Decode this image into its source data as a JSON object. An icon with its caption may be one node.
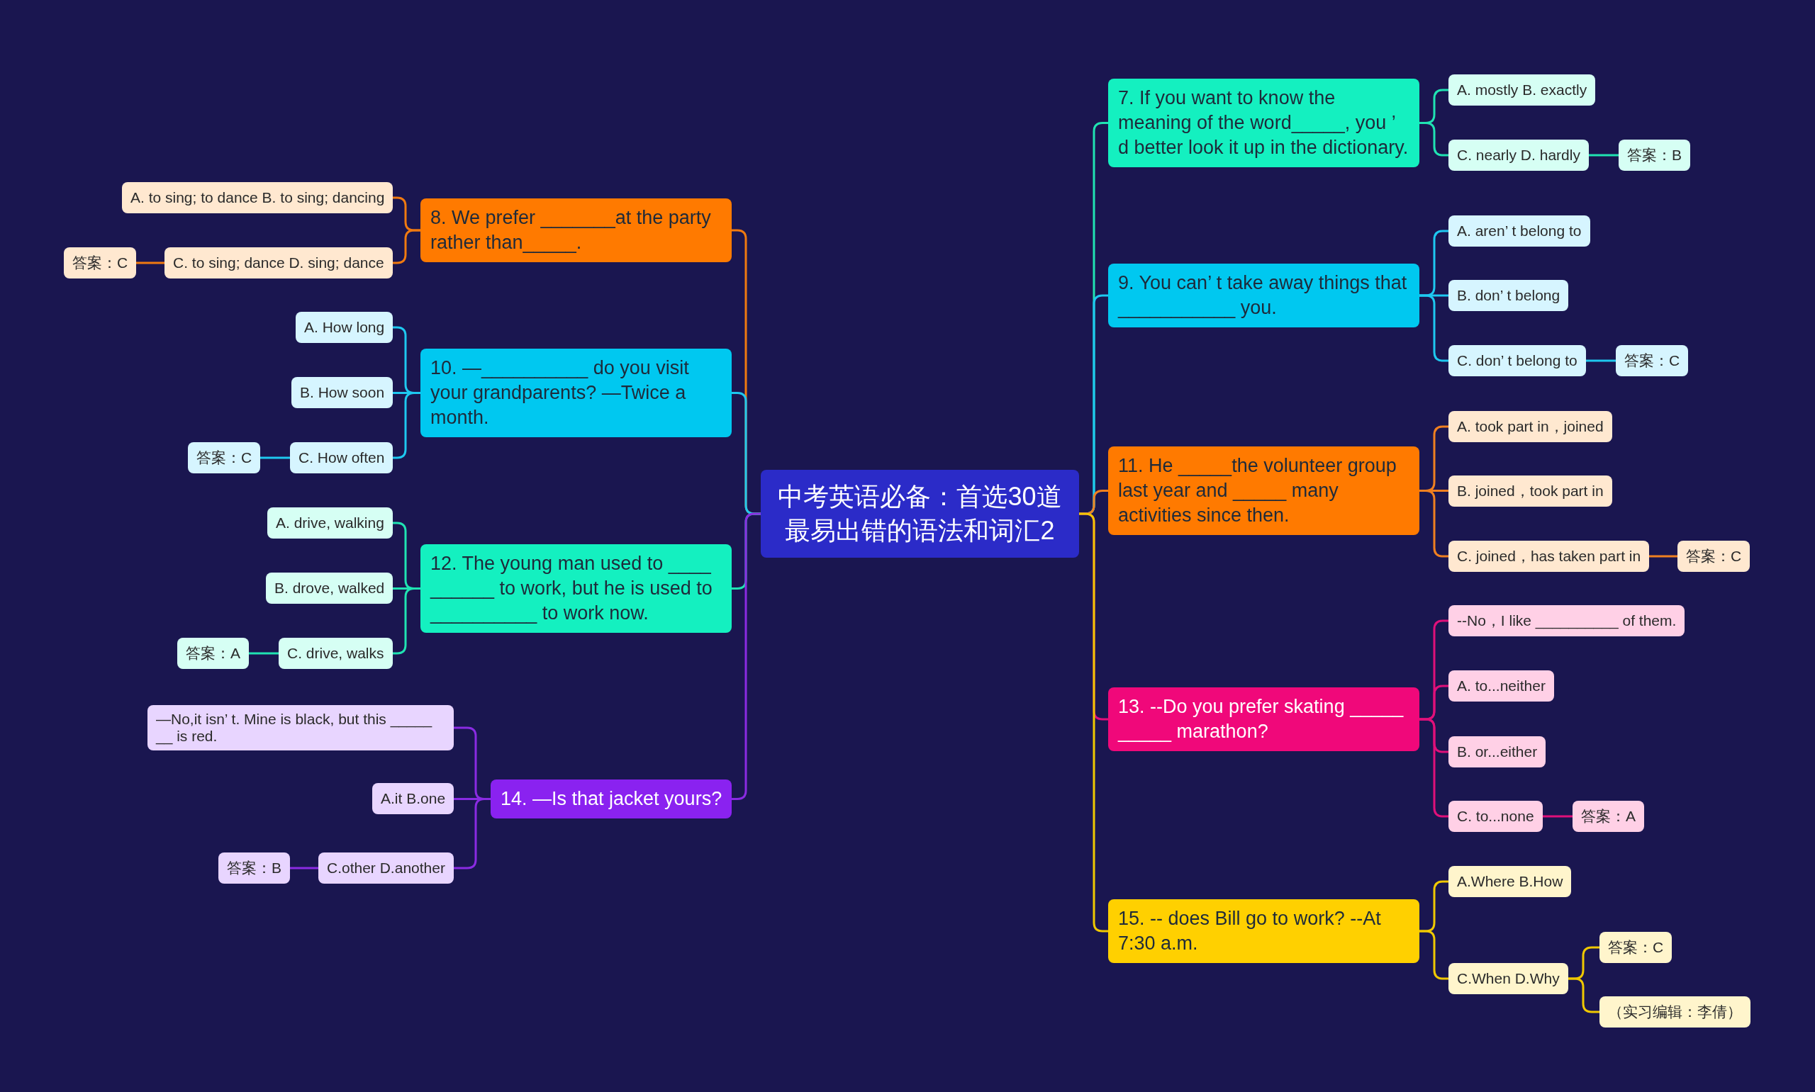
{
  "diagram": {
    "nodes": [
      {
        "text": [
          "中考英语必备：首选30道最易出错的语法和词汇2"
        ]
      },
      {
        "text": [
          "7. If you want to know the meaning of the word_____, you ’ d better look it up in the dictionary."
        ]
      },
      {
        "text": [
          "A. mostly B. exactly"
        ]
      },
      {
        "text": [
          "C. nearly D. hardly"
        ]
      },
      {
        "text": [
          "答案：B"
        ]
      },
      {
        "text": [
          "9. You can’ t take away things that ___________ you."
        ]
      },
      {
        "text": [
          "A. aren’ t belong to"
        ]
      },
      {
        "text": [
          "B. don’ t belong"
        ]
      },
      {
        "text": [
          "C. don’ t belong to"
        ]
      },
      {
        "text": [
          "答案：C"
        ]
      },
      {
        "text": [
          "11. He _____the volunteer group last year and _____ many activities since then."
        ]
      },
      {
        "text": [
          "A. took part in，joined"
        ]
      },
      {
        "text": [
          "B. joined，took part in"
        ]
      },
      {
        "text": [
          "C. joined，has taken part in"
        ]
      },
      {
        "text": [
          "答案：C"
        ]
      },
      {
        "text": [
          "13. --Do you prefer skating _____ _____ marathon?"
        ]
      },
      {
        "text": [
          "--No，I like __________ of them."
        ]
      },
      {
        "text": [
          "A. to...neither"
        ]
      },
      {
        "text": [
          "B. or...either"
        ]
      },
      {
        "text": [
          "C. to...none"
        ]
      },
      {
        "text": [
          "答案：A"
        ]
      },
      {
        "text": [
          "15. -- does Bill go to work? --At 7:30 a.m."
        ]
      },
      {
        "text": [
          "A.Where B.How"
        ]
      },
      {
        "text": [
          "C.When D.Why"
        ]
      },
      {
        "text": [
          "答案：C"
        ]
      },
      {
        "text": [
          "（实习编辑：李倩）"
        ]
      },
      {
        "text": [
          "8. We prefer _______at the party rather than_____."
        ]
      },
      {
        "text": [
          "A. to sing; to dance B. to sing; dancing"
        ]
      },
      {
        "text": [
          "C. to sing; dance D. sing; dance"
        ]
      },
      {
        "text": [
          "答案：C"
        ]
      },
      {
        "text": [
          "10. —__________ do you visit your grandparents? —Twice a month."
        ]
      },
      {
        "text": [
          "A. How long"
        ]
      },
      {
        "text": [
          "B. How soon"
        ]
      },
      {
        "text": [
          "C. How often"
        ]
      },
      {
        "text": [
          "答案：C"
        ]
      },
      {
        "text": [
          "12. The young man used to ____ ______ to work, but he is used to __________ to work now."
        ]
      },
      {
        "text": [
          "A. drive, walking"
        ]
      },
      {
        "text": [
          "B. drove, walked"
        ]
      },
      {
        "text": [
          "C. drive, walks"
        ]
      },
      {
        "text": [
          "答案：A"
        ]
      },
      {
        "text": [
          "14. —Is that jacket yours?"
        ]
      },
      {
        "text": [
          "—No,it isn’ t. Mine is black, but this _____ __ is red."
        ]
      },
      {
        "text": [
          "A.it B.one"
        ]
      },
      {
        "text": [
          "C.other D.another"
        ]
      },
      {
        "text": [
          "答案：B"
        ]
      }
    ],
    "edges": [
      {
        "from": 0,
        "to": 1,
        "arrow": "none",
        "color": "#20e3b2"
      },
      {
        "from": 1,
        "to": 2,
        "arrow": "none",
        "color": "#20e3b2"
      },
      {
        "from": 1,
        "to": 3,
        "arrow": "none",
        "color": "#20e3b2"
      },
      {
        "from": 3,
        "to": 4,
        "arrow": "none",
        "color": "#20e3b2"
      },
      {
        "from": 0,
        "to": 5,
        "arrow": "none",
        "color": "#1ec8f0"
      },
      {
        "from": 5,
        "to": 6,
        "arrow": "none",
        "color": "#1ec8f0"
      },
      {
        "from": 5,
        "to": 7,
        "arrow": "none",
        "color": "#1ec8f0"
      },
      {
        "from": 5,
        "to": 8,
        "arrow": "none",
        "color": "#1ec8f0"
      },
      {
        "from": 8,
        "to": 9,
        "arrow": "none",
        "color": "#1ec8f0"
      },
      {
        "from": 0,
        "to": 10,
        "arrow": "none",
        "color": "#f08020"
      },
      {
        "from": 10,
        "to": 11,
        "arrow": "none",
        "color": "#f08020"
      },
      {
        "from": 10,
        "to": 12,
        "arrow": "none",
        "color": "#f08020"
      },
      {
        "from": 10,
        "to": 13,
        "arrow": "none",
        "color": "#f08020"
      },
      {
        "from": 13,
        "to": 14,
        "arrow": "none",
        "color": "#f08020"
      },
      {
        "from": 0,
        "to": 15,
        "arrow": "none",
        "color": "#e0107a"
      },
      {
        "from": 15,
        "to": 16,
        "arrow": "none",
        "color": "#e0107a"
      },
      {
        "from": 15,
        "to": 17,
        "arrow": "none",
        "color": "#e0107a"
      },
      {
        "from": 15,
        "to": 18,
        "arrow": "none",
        "color": "#e0107a"
      },
      {
        "from": 15,
        "to": 19,
        "arrow": "none",
        "color": "#e0107a"
      },
      {
        "from": 19,
        "to": 20,
        "arrow": "none",
        "color": "#e0107a"
      },
      {
        "from": 0,
        "to": 21,
        "arrow": "none",
        "color": "#f0c800"
      },
      {
        "from": 21,
        "to": 22,
        "arrow": "none",
        "color": "#f0c800"
      },
      {
        "from": 21,
        "to": 23,
        "arrow": "none",
        "color": "#f0c800"
      },
      {
        "from": 23,
        "to": 24,
        "arrow": "none",
        "color": "#f0c800"
      },
      {
        "from": 23,
        "to": 25,
        "arrow": "none",
        "color": "#f0c800"
      },
      {
        "from": 0,
        "to": 26,
        "arrow": "none",
        "color": "#f07a10"
      },
      {
        "from": 26,
        "to": 27,
        "arrow": "none",
        "color": "#f07a10"
      },
      {
        "from": 26,
        "to": 28,
        "arrow": "none",
        "color": "#f07a10"
      },
      {
        "from": 28,
        "to": 29,
        "arrow": "none",
        "color": "#f07a10"
      },
      {
        "from": 0,
        "to": 30,
        "arrow": "none",
        "color": "#1ec8f0"
      },
      {
        "from": 30,
        "to": 31,
        "arrow": "none",
        "color": "#1ec8f0"
      },
      {
        "from": 30,
        "to": 32,
        "arrow": "none",
        "color": "#1ec8f0"
      },
      {
        "from": 30,
        "to": 33,
        "arrow": "none",
        "color": "#1ec8f0"
      },
      {
        "from": 33,
        "to": 34,
        "arrow": "none",
        "color": "#1ec8f0"
      },
      {
        "from": 0,
        "to": 35,
        "arrow": "none",
        "color": "#20e3b2"
      },
      {
        "from": 35,
        "to": 36,
        "arrow": "none",
        "color": "#20e3b2"
      },
      {
        "from": 35,
        "to": 37,
        "arrow": "none",
        "color": "#20e3b2"
      },
      {
        "from": 35,
        "to": 38,
        "arrow": "none",
        "color": "#20e3b2"
      },
      {
        "from": 38,
        "to": 39,
        "arrow": "none",
        "color": "#20e3b2"
      },
      {
        "from": 0,
        "to": 40,
        "arrow": "none",
        "color": "#8a2be2"
      },
      {
        "from": 40,
        "to": 41,
        "arrow": "none",
        "color": "#8a2be2"
      },
      {
        "from": 40,
        "to": 42,
        "arrow": "none",
        "color": "#8a2be2"
      },
      {
        "from": 40,
        "to": 43,
        "arrow": "none",
        "color": "#8a2be2"
      },
      {
        "from": 43,
        "to": 44,
        "arrow": "none",
        "color": "#8a2be2"
      }
    ]
  }
}
